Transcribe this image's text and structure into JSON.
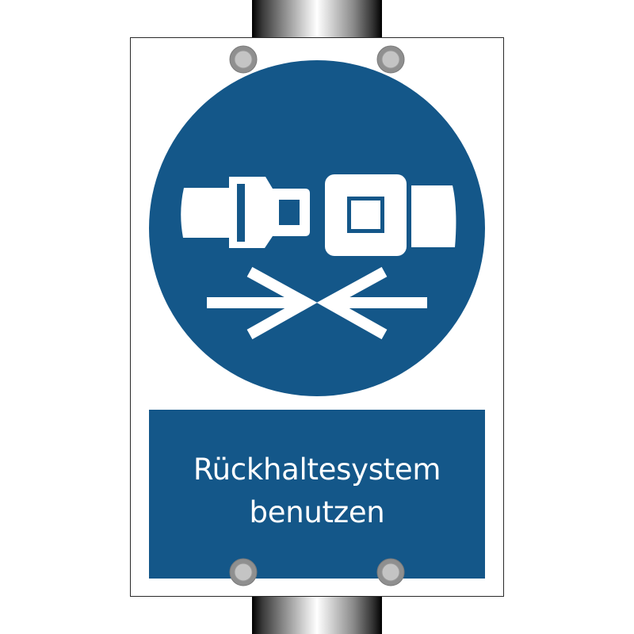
{
  "sign": {
    "type": "mandatory-action-sign",
    "pictogram": "seat-belt-fasten-icon",
    "caption_lines": [
      "Rückhaltesystem",
      "benutzen"
    ],
    "colors": {
      "sign_blue": "#145789",
      "symbol_white": "#ffffff",
      "board_white": "#ffffff",
      "board_border": "#2a2a2a",
      "screw_outer": "#8f8f8f",
      "screw_inner": "#c4c4c4"
    }
  },
  "mounting": {
    "pole": "steel-post",
    "screws": 4
  }
}
